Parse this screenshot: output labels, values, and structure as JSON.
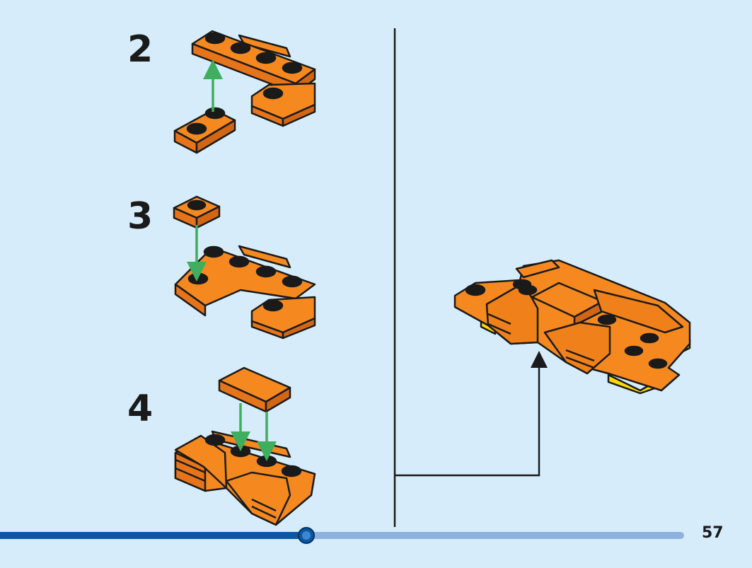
{
  "steps": [
    {
      "number": "2"
    },
    {
      "number": "3"
    },
    {
      "number": "4"
    }
  ],
  "page_number": "57",
  "progress": {
    "value": 0.45
  },
  "colors": {
    "background": "#d6ecfa",
    "brick": "#f5891f",
    "brick_outline": "#1a1a1a",
    "arrow_green": "#3fae5f",
    "accent_yellow": "#ffd900",
    "progress_filled": "#0a57a6",
    "progress_track": "#8fb1dd"
  }
}
